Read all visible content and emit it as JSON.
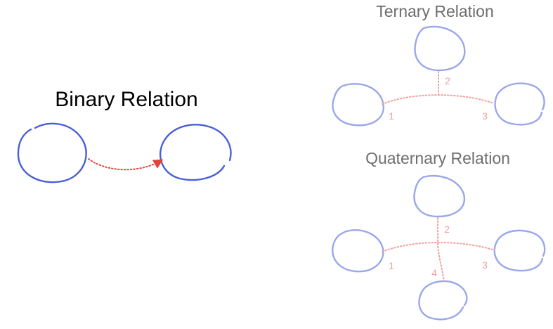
{
  "binary": {
    "title": "Binary Relation"
  },
  "ternary": {
    "title": "Ternary Relation",
    "ports": [
      "1",
      "2",
      "3"
    ]
  },
  "quaternary": {
    "title": "Quaternary Relation",
    "ports": [
      "1",
      "2",
      "3",
      "4"
    ]
  },
  "colors": {
    "node_strong": "#4a5fd6",
    "node_light": "#9aa7ea",
    "edge_strong": "#e0443a",
    "edge_light": "#f0a0a0",
    "title_gray": "#6e6e6e"
  }
}
